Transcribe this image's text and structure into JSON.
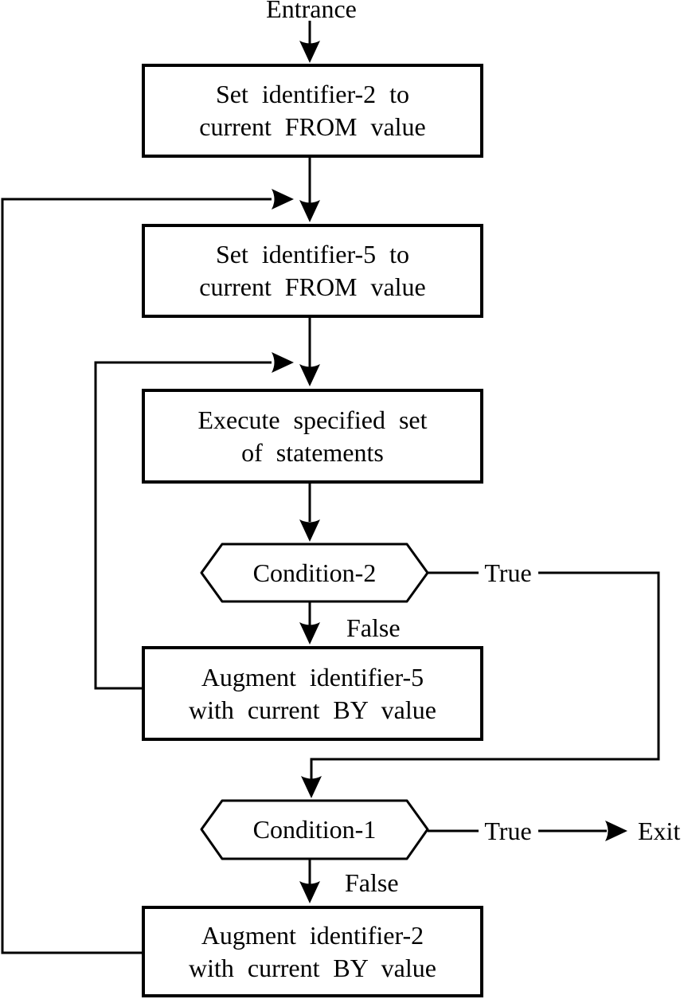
{
  "diagram": {
    "entrance_label": "Entrance",
    "exit_label": "Exit",
    "boxes": [
      {
        "line1": "Set identifier-2 to",
        "line2": "current FROM value"
      },
      {
        "line1": "Set identifier-5 to",
        "line2": "current FROM value"
      },
      {
        "line1": "Execute specified set",
        "line2": "of statements"
      },
      {
        "line1": "Augment identifier-5",
        "line2": "with current BY value"
      },
      {
        "line1": "Augment identifier-2",
        "line2": "with current BY value"
      }
    ],
    "decisions": [
      {
        "label": "Condition-2",
        "true_label": "True",
        "false_label": "False"
      },
      {
        "label": "Condition-1",
        "true_label": "True",
        "false_label": "False"
      }
    ],
    "colors": {
      "line": "#000000",
      "background": "#ffffff"
    }
  }
}
